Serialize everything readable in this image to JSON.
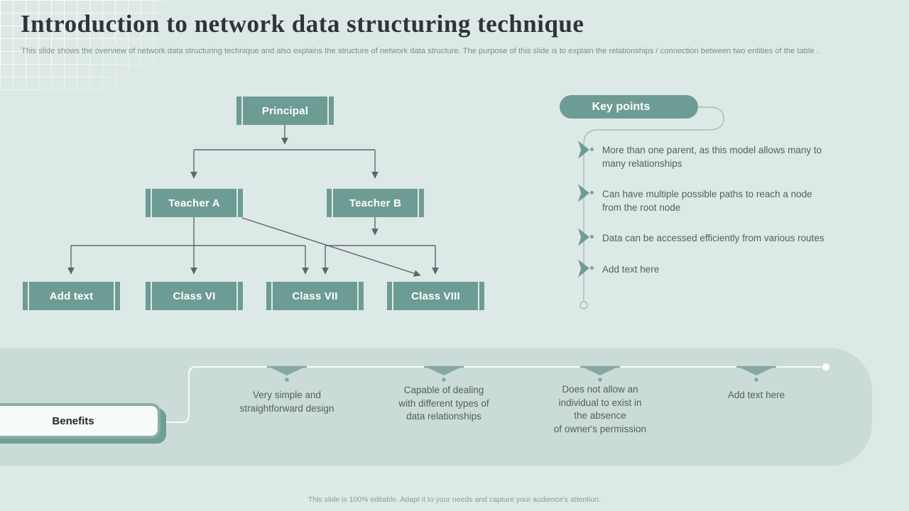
{
  "header": {
    "title": "Introduction to network data structuring technique",
    "subtitle": "This slide shows the overview of network data structuring technique and also explains the structure  of network data structure. The purpose of this slide is to explain the relationships / connection between two entities of the table ."
  },
  "hierarchy": {
    "nodes": [
      {
        "id": "principal",
        "label": "Principal"
      },
      {
        "id": "teacher-a",
        "label": "Teacher A"
      },
      {
        "id": "teacher-b",
        "label": "Teacher B"
      },
      {
        "id": "add-text",
        "label": "Add text"
      },
      {
        "id": "class-vi",
        "label": "Class VI"
      },
      {
        "id": "class-vii",
        "label": "Class VII"
      },
      {
        "id": "class-viii",
        "label": "Class VIII"
      }
    ],
    "edges": [
      "Principal→Teacher A",
      "Principal→Teacher B",
      "Teacher A→Add text",
      "Teacher A→Class VI",
      "Teacher A→Class VII",
      "Teacher A→Class VIII",
      "Teacher B→Class VII",
      "Teacher B→Class VIII"
    ]
  },
  "key_points": {
    "title": "Key points",
    "items": [
      {
        "text": "More than one parent, as this model allows many to\nmany relationships"
      },
      {
        "text": "Can have multiple possible paths to reach a node\nfrom the root node"
      },
      {
        "text": "Data can be accessed efficiently from various routes"
      },
      {
        "text": "Add text here"
      }
    ]
  },
  "benefits": {
    "title": "Benefits",
    "items": [
      {
        "text": "Very simple and\nstraightforward design"
      },
      {
        "text": "Capable of dealing\nwith different types of\ndata relationships"
      },
      {
        "text": "Does not allow an\nindividual to exist in\nthe absence\nof owner's permission"
      },
      {
        "text": "Add text here"
      }
    ]
  },
  "footer": {
    "note": "This slide is 100% editable.  Adapt it to your needs and capture your audience's attention."
  },
  "colors": {
    "background": "#dde9e7",
    "accent_teal": "#6d9c94",
    "benefits_band": "#cbdcd8",
    "connector_gray": "#5f6668",
    "body_text_gray": "#53605e",
    "white_line": "#f8fbfa"
  }
}
